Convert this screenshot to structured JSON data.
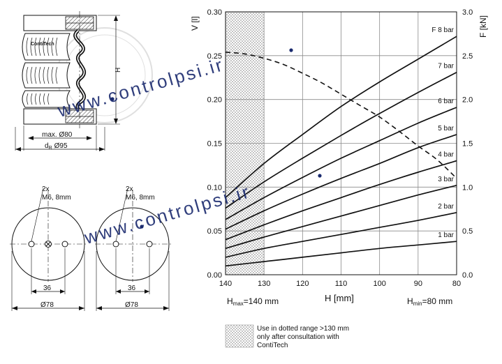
{
  "colors": {
    "ink": "#111111",
    "grid": "#8a8a8a",
    "hatch": "#bdbdbd",
    "watermark": "#1a2a6e"
  },
  "left_drawing": {
    "side_view": {
      "brand_label": "ContiTech",
      "height_label": "H",
      "max_diameter_label": "max. Ø80",
      "dr_prefix": "d",
      "dr_sub": "R",
      "dr_value": "Ø95"
    },
    "top_view_left": {
      "bolt_label_1": "2x",
      "bolt_label_2": "M6, 8mm",
      "spacing_label": "36",
      "diameter_label": "Ø78"
    },
    "top_view_right": {
      "bolt_label_1": "2x",
      "bolt_label_2": "M6, 8mm",
      "spacing_label": "36",
      "diameter_label": "Ø78"
    }
  },
  "chart_data": {
    "type": "line",
    "x_axis": {
      "label": "H [mm]",
      "range": [
        140,
        80
      ],
      "ticks": [
        140,
        130,
        120,
        110,
        100,
        90,
        80
      ]
    },
    "y_left": {
      "label": "V [l]",
      "range": [
        0,
        0.3
      ],
      "ticks": [
        "0.00",
        "0.05",
        "0.10",
        "0.15",
        "0.20",
        "0.25",
        "0.30"
      ]
    },
    "y_right": {
      "label": "F [kN]",
      "range": [
        0,
        3.0
      ],
      "ticks": [
        "0.0",
        "0.5",
        "1.0",
        "1.5",
        "2.0",
        "2.5",
        "3.0"
      ]
    },
    "h_max_label": {
      "prefix": "H",
      "sub": "max",
      "suffix": "=140 mm"
    },
    "h_min_label": {
      "prefix": "H",
      "sub": "min",
      "suffix": "=80 mm"
    },
    "dotted_range": [
      140,
      130
    ],
    "grid": true,
    "volume_curve": {
      "axis": "left",
      "style": "dashed",
      "x": [
        140,
        135,
        130,
        125,
        120,
        115,
        110,
        105,
        100,
        95,
        90,
        85,
        80
      ],
      "y": [
        0.254,
        0.252,
        0.247,
        0.24,
        0.23,
        0.219,
        0.206,
        0.193,
        0.18,
        0.164,
        0.147,
        0.131,
        0.11
      ]
    },
    "series": [
      {
        "name": "1 bar",
        "axis": "right",
        "x": [
          140,
          130,
          120,
          110,
          100,
          90,
          80
        ],
        "y": [
          0.1,
          0.15,
          0.2,
          0.25,
          0.3,
          0.34,
          0.38
        ]
      },
      {
        "name": "2 bar",
        "axis": "right",
        "x": [
          140,
          130,
          120,
          110,
          100,
          90,
          80
        ],
        "y": [
          0.2,
          0.3,
          0.38,
          0.46,
          0.54,
          0.62,
          0.71
        ]
      },
      {
        "name": "3 bar",
        "axis": "right",
        "x": [
          140,
          130,
          120,
          110,
          100,
          90,
          80
        ],
        "y": [
          0.3,
          0.43,
          0.55,
          0.67,
          0.79,
          0.91,
          1.02
        ]
      },
      {
        "name": "4 bar",
        "axis": "right",
        "x": [
          140,
          130,
          120,
          110,
          100,
          90,
          80
        ],
        "y": [
          0.4,
          0.57,
          0.73,
          0.88,
          1.03,
          1.17,
          1.3
        ]
      },
      {
        "name": "5 bar",
        "axis": "right",
        "x": [
          140,
          130,
          120,
          110,
          100,
          90,
          80
        ],
        "y": [
          0.52,
          0.73,
          0.92,
          1.1,
          1.27,
          1.45,
          1.6
        ]
      },
      {
        "name": "6 bar",
        "axis": "right",
        "x": [
          140,
          130,
          120,
          110,
          100,
          90,
          80
        ],
        "y": [
          0.63,
          0.88,
          1.11,
          1.33,
          1.53,
          1.73,
          1.91
        ]
      },
      {
        "name": "7 bar",
        "axis": "right",
        "x": [
          140,
          130,
          120,
          110,
          100,
          90,
          80
        ],
        "y": [
          0.76,
          1.06,
          1.33,
          1.59,
          1.84,
          2.08,
          2.31
        ]
      },
      {
        "name": "F 8 bar",
        "axis": "right",
        "x": [
          140,
          130,
          120,
          110,
          100,
          90,
          80
        ],
        "y": [
          0.88,
          1.27,
          1.6,
          1.92,
          2.2,
          2.46,
          2.72
        ]
      }
    ]
  },
  "legend_note": {
    "lines": [
      "Use in dotted range >130 mm",
      "only after consultation with",
      "ContiTech"
    ]
  },
  "watermarks": {
    "text_1": "www.controlpsi.ir",
    "text_2": "www.controlpsi.ir"
  }
}
